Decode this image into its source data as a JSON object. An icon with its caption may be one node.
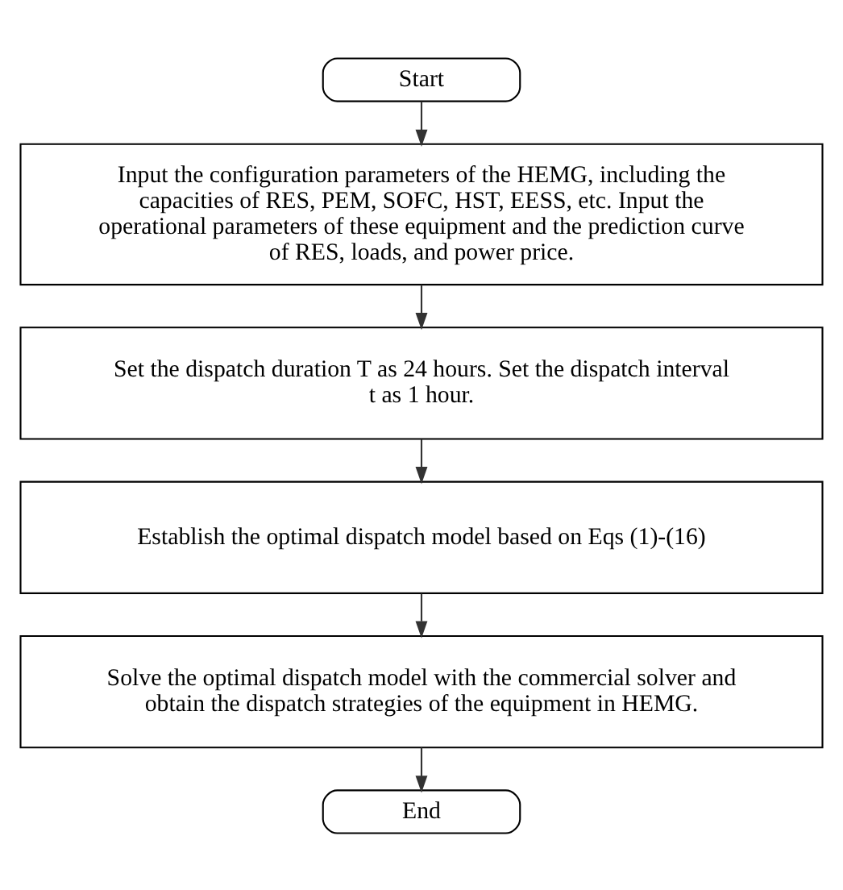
{
  "diagram": {
    "nodes": [
      {
        "text": [
          "Start"
        ]
      },
      {
        "text": [
          "Input the configuration parameters of the HEMG, including the capacities of RES, PEM, SOFC, HST, EESS, etc. Input the operational parameters of these equipment and the prediction curve of RES, loads, and power price."
        ]
      },
      {
        "text": [
          "Set the dispatch duration T as 24 hours. Set the dispatch interval t as 1 hour."
        ]
      },
      {
        "text": [
          "Establish the optimal dispatch model based on Eqs (1)-(16)"
        ]
      },
      {
        "text": [
          "Solve the optimal dispatch model with the commercial solver and obtain the dispatch strategies of the equipment in HEMG."
        ]
      },
      {
        "text": [
          "End"
        ]
      }
    ],
    "edges": [
      {
        "from": 0,
        "to": 1,
        "arrow": "to"
      },
      {
        "from": 1,
        "to": 2,
        "arrow": "to"
      },
      {
        "from": 2,
        "to": 3,
        "arrow": "to"
      },
      {
        "from": 3,
        "to": 4,
        "arrow": "to"
      },
      {
        "from": 4,
        "to": 5,
        "arrow": "to"
      }
    ]
  }
}
